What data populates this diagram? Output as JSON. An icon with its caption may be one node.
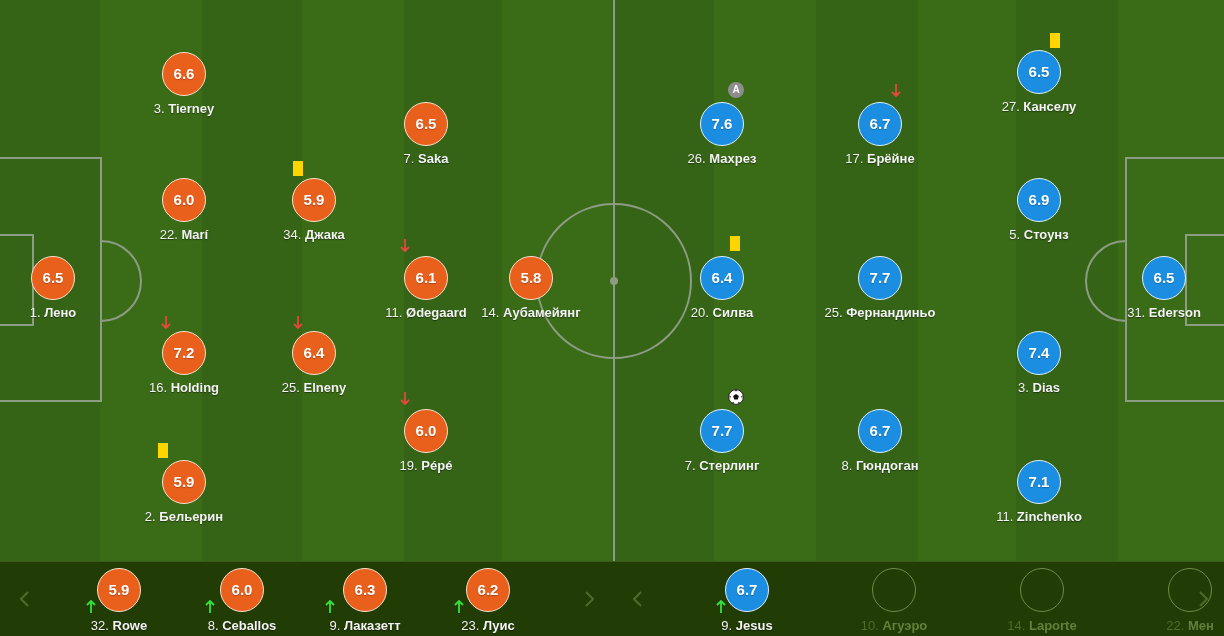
{
  "diagram": {
    "nodes": [
      {
        "text": [
          "6.6",
          "3. **Tierney**"
        ]
      },
      {
        "text": [
          "6.5",
          "27. **Канселу**"
        ]
      },
      {
        "text": [
          "6.5",
          "7. **Saka**"
        ]
      },
      {
        "text": [
          "A",
          "7.6",
          "26. **Махрез**"
        ]
      },
      {
        "text": [
          "6.7",
          "17. **Брёйне**"
        ]
      },
      {
        "text": [
          "6.0",
          "22. **Marí**"
        ]
      },
      {
        "text": [
          "5.9",
          "34. **Джака**"
        ]
      },
      {
        "text": [
          "6.9",
          "5. **Стоунз**"
        ]
      },
      {
        "text": [
          "6.5",
          "1. **Лено**"
        ]
      },
      {
        "text": [
          "6.1",
          "11. **Ødegaard**"
        ]
      },
      {
        "text": [
          "5.8",
          "14. **Аубамейянг**"
        ]
      },
      {
        "text": [
          "6.4",
          "20. **Силва**"
        ]
      },
      {
        "text": [
          "7.7",
          "25. **Фернандиньо**"
        ]
      },
      {
        "text": [
          "6.5",
          "31. **Ederson**"
        ]
      },
      {
        "text": [
          "7.2",
          "16. **Holding**"
        ]
      },
      {
        "text": [
          "6.4",
          "25. **Elneny**"
        ]
      },
      {
        "text": [
          "7.4",
          "3. **Dias**"
        ]
      },
      {
        "text": [
          "6.0",
          "19. **Pépé**"
        ]
      },
      {
        "text": [
          "7.7",
          "7. **Стерлинг**"
        ]
      },
      {
        "text": [
          "6.7",
          "8. **Гюндоган**"
        ]
      },
      {
        "text": [
          "5.9",
          "2. **Бельерин**"
        ]
      },
      {
        "text": [
          "7.1",
          "11. **Zinchenko**"
        ]
      },
      {
        "text": [
          "5.9",
          "32. **Rowe**"
        ]
      },
      {
        "text": [
          "6.0",
          "8. **Ceballos**"
        ]
      },
      {
        "text": [
          "6.3",
          "9. **Лаказетт**"
        ]
      },
      {
        "text": [
          "6.2",
          "23. **Луис**"
        ]
      },
      {
        "text": [
          "6.7",
          "9. **Jesus**"
        ]
      },
      {
        "text": [
          "10. **Агуэро**"
        ]
      },
      {
        "text": [
          "14. **Laporte**"
        ]
      },
      {
        "text": [
          "22. **Мен**"
        ]
      }
    ]
  }
}
